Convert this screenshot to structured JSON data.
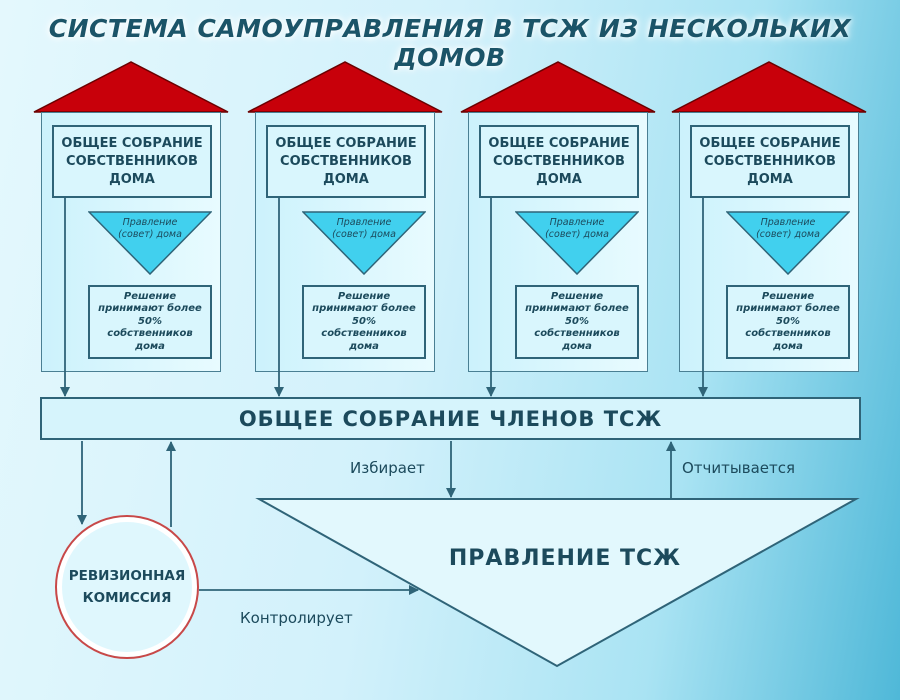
{
  "title": "СИСТЕМА САМОУПРАВЛЕНИЯ В ТСЖ ИЗ НЕСКОЛЬКИХ ДОМОВ",
  "houses": [
    {
      "owners": "ОБЩЕЕ СОБРАНИЕ СОБСТВЕННИКОВ ДОМА",
      "board": "Правление (совет) дома",
      "decision": "Решение принимают более 50% собственников дома"
    },
    {
      "owners": "ОБЩЕЕ СОБРАНИЕ СОБСТВЕННИКОВ ДОМА",
      "board": "Правление (совет) дома",
      "decision": "Решение принимают более 50% собственников дома"
    },
    {
      "owners": "ОБЩЕЕ СОБРАНИЕ СОБСТВЕННИКОВ ДОМА",
      "board": "Правление (совет) дома",
      "decision": "Решение принимают более 50% собственников дома"
    },
    {
      "owners": "ОБЩЕЕ СОБРАНИЕ СОБСТВЕННИКОВ ДОМА",
      "board": "Правление (совет) дома",
      "decision": "Решение принимают более 50% собственников дома"
    }
  ],
  "members_meeting": "ОБЩЕЕ СОБРАНИЕ ЧЛЕНОВ ТСЖ",
  "board": "ПРАВЛЕНИЕ ТСЖ",
  "audit_commission": "РЕВИЗИОННАЯ КОМИССИЯ",
  "edges": {
    "elects": "Избирает",
    "reports": "Отчитывается",
    "controls": "Контролирует"
  },
  "colors": {
    "roof": "#c8000a",
    "line": "#2f6478",
    "text": "#1c4a5c",
    "circle_border": "#c84848"
  }
}
